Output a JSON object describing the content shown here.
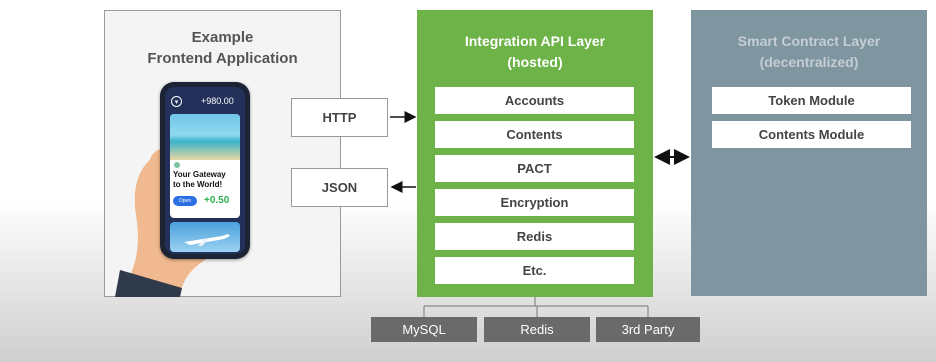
{
  "frontend": {
    "title": "Example\nFrontend Application",
    "phone": {
      "balance": "+980.00",
      "headline": "Your Gateway\nto the World!",
      "open_label": "Open",
      "value": "+0.50"
    }
  },
  "protocols": {
    "request": "HTTP",
    "response": "JSON"
  },
  "integration": {
    "title": "Integration API Layer\n(hosted)",
    "modules": [
      "Accounts",
      "Contents",
      "PACT",
      "Encryption",
      "Redis",
      "Etc."
    ]
  },
  "smart_contract": {
    "title": "Smart Contract Layer\n(decentralized)",
    "modules": [
      "Token Module",
      "Contents Module"
    ]
  },
  "data_stores": [
    "MySQL",
    "Redis",
    "3rd Party"
  ],
  "colors": {
    "integration_panel": "#6db347",
    "smart_contract_panel": "#7f95a0",
    "data_store": "#6a6a6a",
    "frontend_panel_border": "#9a9a9a"
  }
}
